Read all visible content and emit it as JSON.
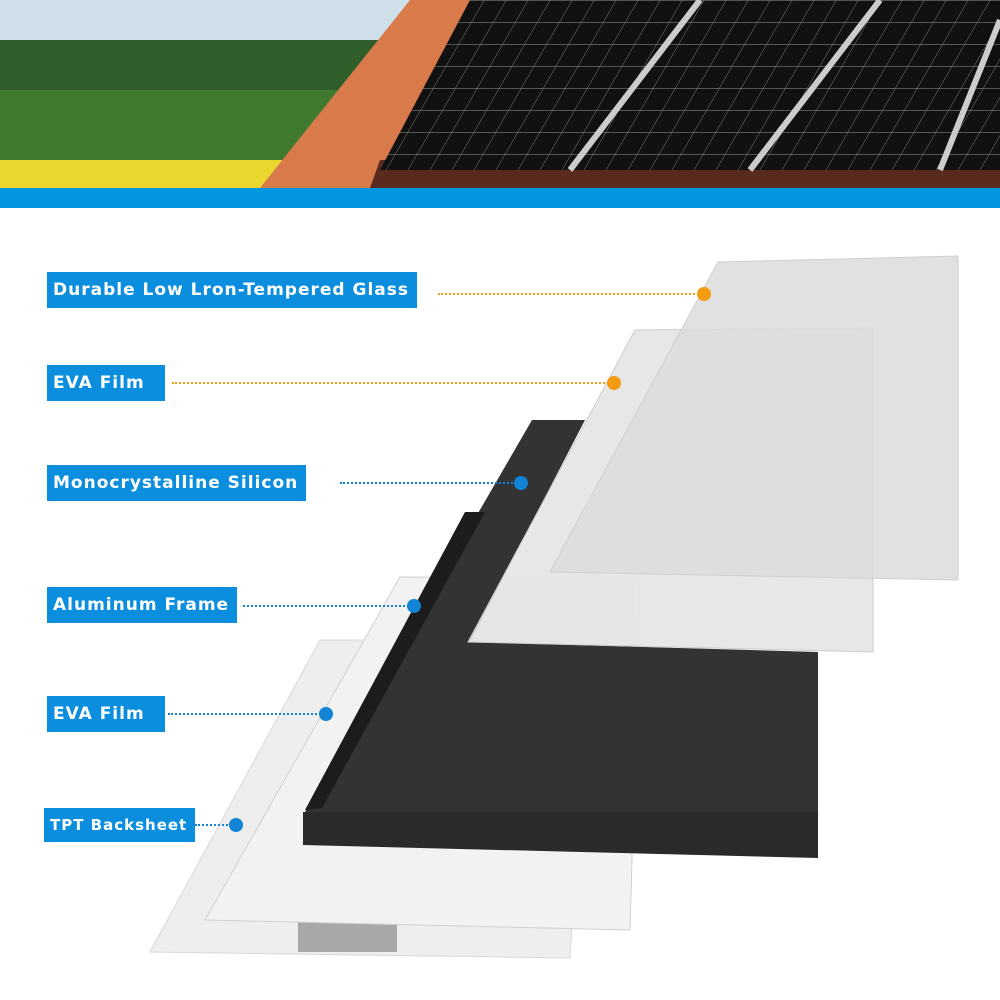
{
  "colors": {
    "label_bg": "#0b8ede",
    "band": "#0596e0",
    "orange_dot": "#f39c12",
    "blue_dot": "#1184d6"
  },
  "labels": [
    {
      "text": "Durable Low Lron-Tempered Glass",
      "dot": "orange"
    },
    {
      "text": "EVA Film",
      "dot": "orange"
    },
    {
      "text": "Monocrystalline Silicon",
      "dot": "blue"
    },
    {
      "text": "Aluminum Frame",
      "dot": "blue"
    },
    {
      "text": "EVA Film",
      "dot": "blue"
    },
    {
      "text": "TPT Backsheet",
      "dot": "blue"
    }
  ]
}
